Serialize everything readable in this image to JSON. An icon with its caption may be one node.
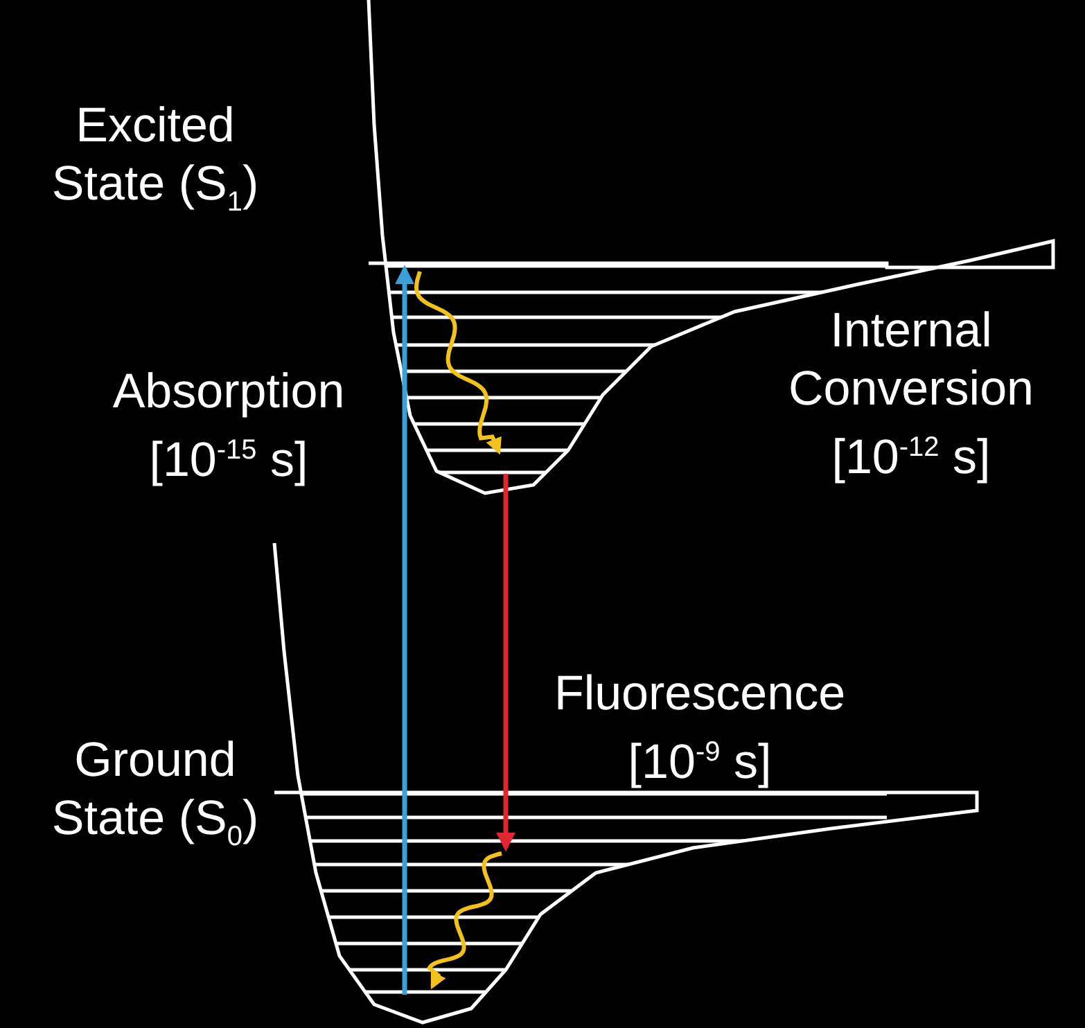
{
  "diagram": {
    "labels": [
      "Excited State (S$_{1}$)",
      "Absorption [10$^{-15}$ s]",
      "Internal Conversion [10$^{-12}$ s]",
      "Fluorescence [10$^{-9}$ s]",
      "Ground State (S$_{0}$)"
    ]
  }
}
